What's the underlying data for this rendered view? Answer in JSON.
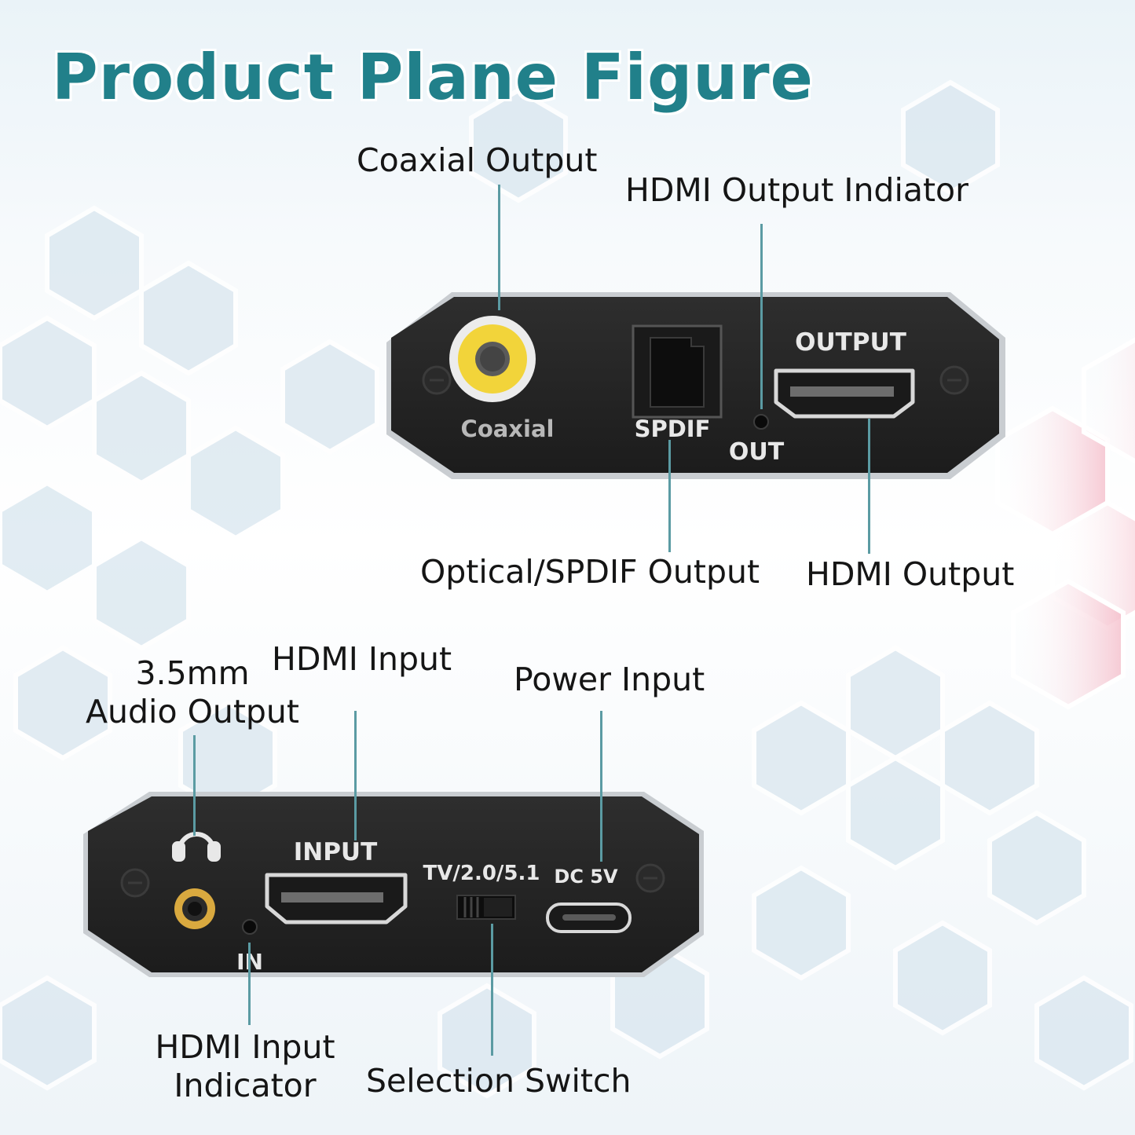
{
  "title": "Product Plane Figure",
  "colors": {
    "title": "#21808a",
    "leader_line": "#5b9ba3",
    "device_body": "#262626",
    "coaxial_jack": "#f2d43a",
    "audio_jack": "#d9a93f"
  },
  "callouts": {
    "coaxial_output": "Coaxial Output",
    "hdmi_output_indicator": "HDMI Output Indiator",
    "optical_spdif_output": "Optical/SPDIF Output",
    "hdmi_output": "HDMI Output",
    "audio_output_line1": "3.5mm",
    "audio_output_line2": "Audio Output",
    "hdmi_input": "HDMI Input",
    "power_input": "Power Input",
    "hdmi_input_indicator_line1": "HDMI Input",
    "hdmi_input_indicator_line2": "Indicator",
    "selection_switch": "Selection Switch"
  },
  "front_panel": {
    "coaxial": "Coaxial",
    "spdif": "SPDIF",
    "out": "OUT",
    "output": "OUTPUT"
  },
  "back_panel": {
    "input": "INPUT",
    "mode": "TV/2.0/5.1",
    "dc": "DC 5V",
    "in": "IN"
  },
  "icons": [
    "headphones-icon",
    "hdmi-port-icon",
    "optical-port-icon",
    "usb-c-port-icon",
    "rca-jack-icon",
    "audio-jack-icon",
    "screw-icon"
  ]
}
